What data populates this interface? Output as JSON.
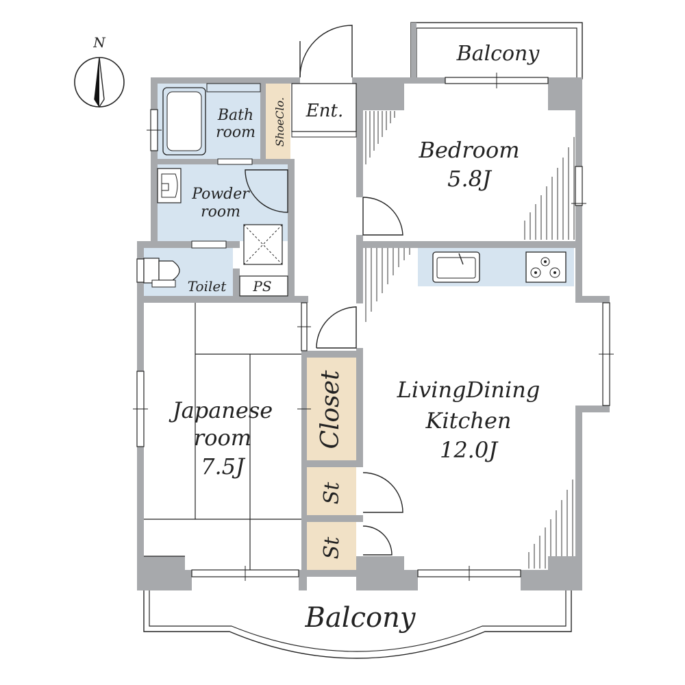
{
  "compass": {
    "label": "N"
  },
  "rooms": {
    "balcony_top": "Balcony",
    "bathroom_line1": "Bath",
    "bathroom_line2": "room",
    "shoe_closet": "ShoeClo.",
    "entrance": "Ent.",
    "bedroom_name": "Bedroom",
    "bedroom_size": "5.8J",
    "powder_line1": "Powder",
    "powder_line2": "room",
    "toilet": "Toilet",
    "ps": "PS",
    "ldk_line1": "LivingDining",
    "ldk_line2": "Kitchen",
    "ldk_size": "12.0J",
    "japanese_line1": "Japanese",
    "japanese_line2": "room",
    "japanese_size": "7.5J",
    "closet": "Closet",
    "storage_1": "St",
    "storage_2": "St",
    "balcony_bottom": "Balcony"
  }
}
